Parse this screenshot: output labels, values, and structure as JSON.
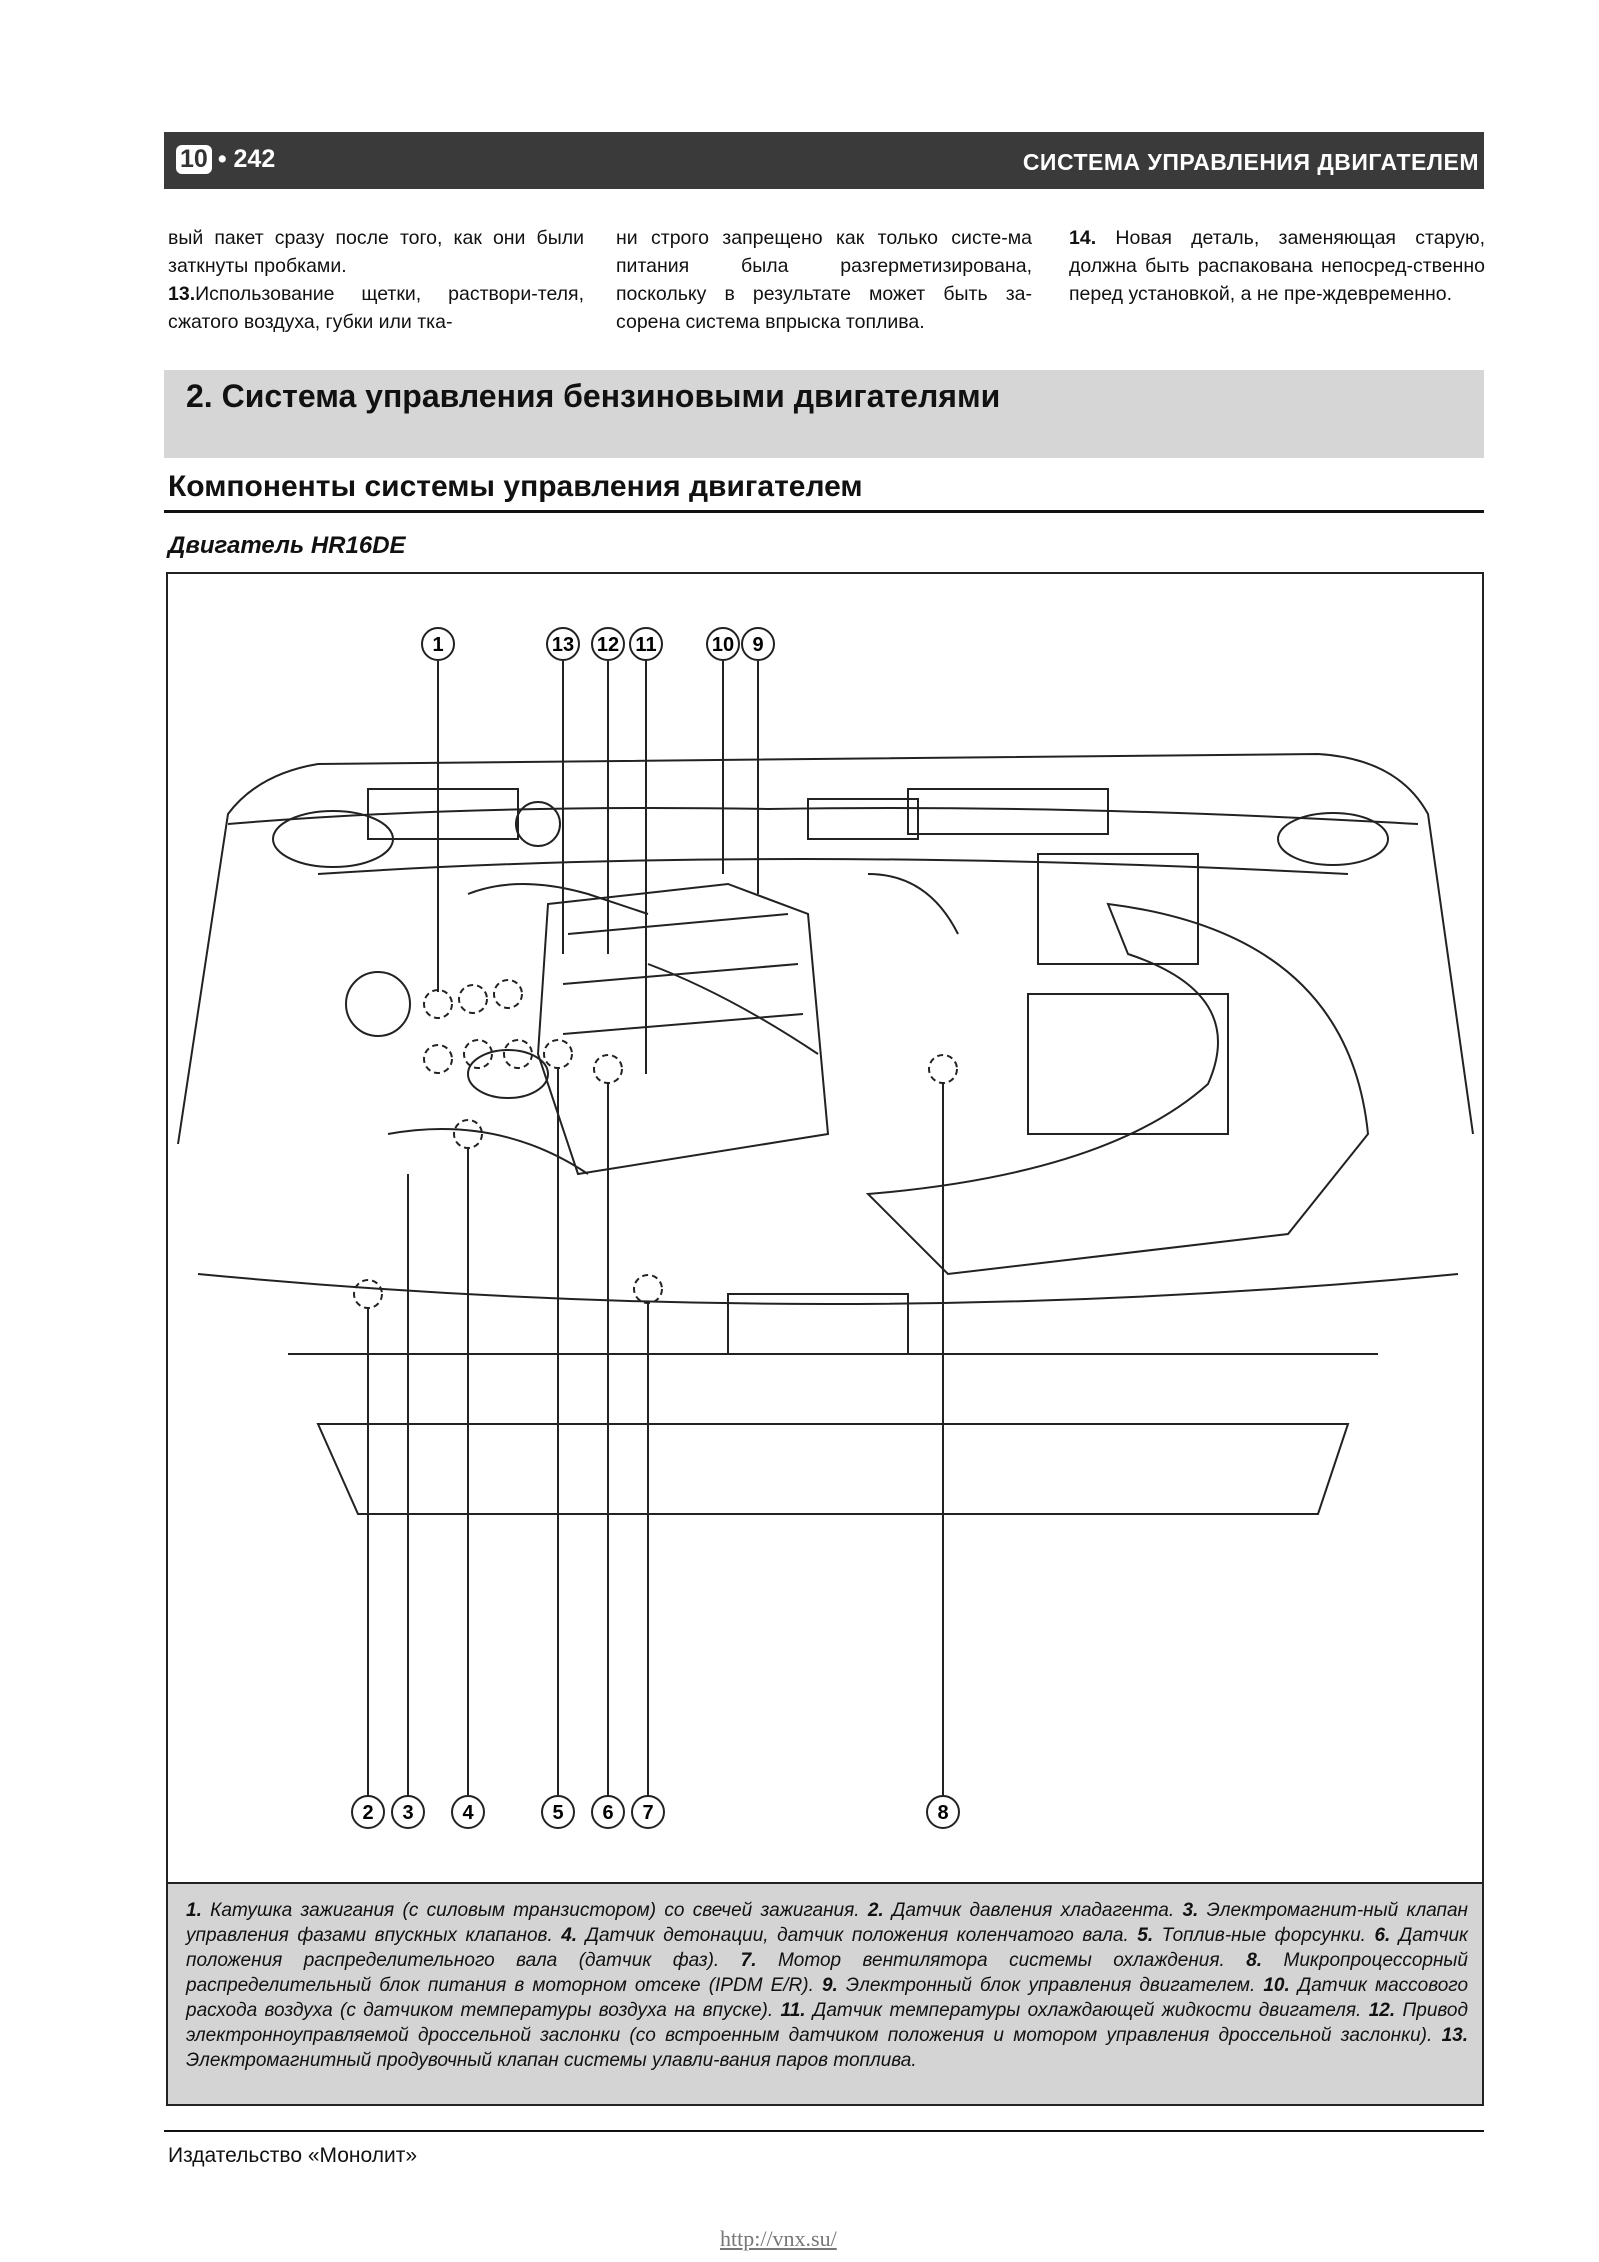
{
  "header": {
    "chapter": "10",
    "separator": "•",
    "page": "242",
    "title": "СИСТЕМА УПРАВЛЕНИЯ ДВИГАТЕЛЕМ"
  },
  "columns": {
    "col1_line1": "вый пакет сразу после того, как они были заткнуты пробками.",
    "col1_item13_num": "13.",
    "col1_item13_text": "Использование щетки, раствори-теля, сжатого воздуха, губки или тка-",
    "col2_text": "ни строго запрещено как только систе-ма питания была разгерметизирована, поскольку в результате может быть за-сорена система впрыска топлива.",
    "col3_item14_num": "14.",
    "col3_item14_text": "Новая деталь, заменяющая старую, должна быть распакована непосред-ственно перед установкой, а не пре-ждевременно."
  },
  "section": {
    "title": "2. Система управления бензиновыми двигателями"
  },
  "subsection": {
    "title": "Компоненты системы управления двигателем"
  },
  "figure": {
    "engine_label": "Двигатель HR16DE",
    "markers_top": [
      "1",
      "13",
      "12",
      "11",
      "10",
      "9"
    ],
    "markers_bottom": [
      "2",
      "3",
      "4",
      "5",
      "6",
      "7",
      "8"
    ]
  },
  "caption": [
    {
      "num": "1.",
      "text": " Катушка зажигания (с силовым транзистором) со свечей зажигания. "
    },
    {
      "num": "2.",
      "text": " Датчик давления хладагента. "
    },
    {
      "num": "3.",
      "text": " Электромагнит-ный клапан управления фазами впускных клапанов. "
    },
    {
      "num": "4.",
      "text": " Датчик детонации, датчик положения коленчатого вала. "
    },
    {
      "num": "5.",
      "text": " Топлив-ные форсунки. "
    },
    {
      "num": "6.",
      "text": " Датчик положения распределительного вала (датчик фаз). "
    },
    {
      "num": "7.",
      "text": " Мотор вентилятора системы охлаждения. "
    },
    {
      "num": "8.",
      "text": " Микропроцессорный распределительный блок питания в моторном отсеке (IPDM E/R). "
    },
    {
      "num": "9.",
      "text": " Электронный блок управления двигателем. "
    },
    {
      "num": "10.",
      "text": " Датчик массового расхода воздуха (с датчиком температуры воздуха на впуске). "
    },
    {
      "num": "11.",
      "text": " Датчик температуры охлаждающей жидкости двигателя. "
    },
    {
      "num": "12.",
      "text": " Привод электронноуправляемой дроссельной заслонки (со встроенным датчиком положения и мотором управления дроссельной заслонки). "
    },
    {
      "num": "13.",
      "text": " Электромагнитный продувочный клапан системы улавли-вания паров топлива."
    }
  ],
  "footer": {
    "publisher": "Издательство «Монолит»",
    "url": "http://vnx.su/"
  }
}
